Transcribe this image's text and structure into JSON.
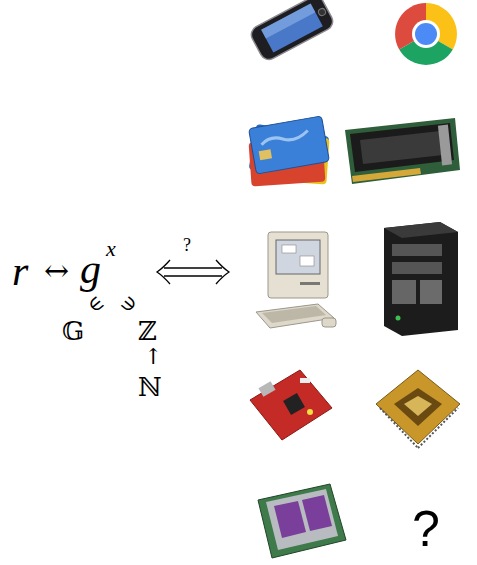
{
  "diagram": {
    "labels": [
      "r",
      "↔",
      "g",
      "x",
      "?",
      "∈",
      "∋",
      "𝔾",
      "ℤ",
      "↑",
      "ℕ",
      "?"
    ]
  }
}
